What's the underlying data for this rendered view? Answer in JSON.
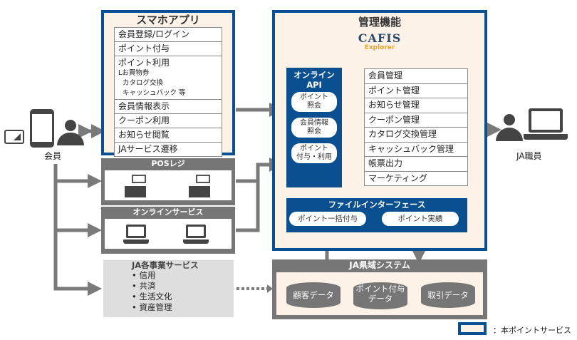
{
  "smartphone_app": {
    "title": "スマホアプリ",
    "items": [
      "会員登録/ログイン",
      "ポイント付与",
      "ポイント利用",
      "会員情報表示",
      "クーポン利用",
      "お知らせ閲覧",
      "JAサービス遷移"
    ],
    "point_use_subitems": [
      "Lお買物券",
      "カタログ交換",
      "キャッシュバック 等"
    ]
  },
  "member": {
    "label": "会員"
  },
  "pos": {
    "title": "POSレジ"
  },
  "online_service": {
    "title": "オンラインサービス"
  },
  "ja_services": {
    "title": "JA各事業サービス",
    "items": [
      "信用",
      "共済",
      "生活文化",
      "資産管理"
    ]
  },
  "management": {
    "title": "管理機能",
    "logo_main": "CAFIS",
    "logo_sub": "Explorer",
    "online_api": {
      "title_line1": "オンライン",
      "title_line2": "API",
      "pills": [
        [
          "ポイント",
          "照会"
        ],
        [
          "会員情報",
          "照会"
        ],
        [
          "ポイント",
          "付与・利用"
        ]
      ]
    },
    "functions": [
      "会員管理",
      "ポイント管理",
      "お知らせ管理",
      "クーポン管理",
      "カタログ交換管理",
      "キャッシュバック管理",
      "帳票出力",
      "マーケティング"
    ],
    "file_interface": {
      "title": "ファイルインターフェース",
      "pills": [
        "ポイント一括付与",
        "ポイント実績"
      ]
    }
  },
  "ja_staff": {
    "label": "JA職員"
  },
  "ja_system": {
    "title": "JA県域システム",
    "databases": [
      [
        "顧客データ"
      ],
      [
        "ポイント付与",
        "データ"
      ],
      [
        "取引データ"
      ]
    ]
  },
  "legend": {
    "label": "：本ポイントサービス"
  },
  "colors": {
    "brand_blue": "#0a4f8f",
    "panel_fill": "#fdf2e8",
    "gray": "#767676",
    "logo_gold": "#e8a526"
  }
}
